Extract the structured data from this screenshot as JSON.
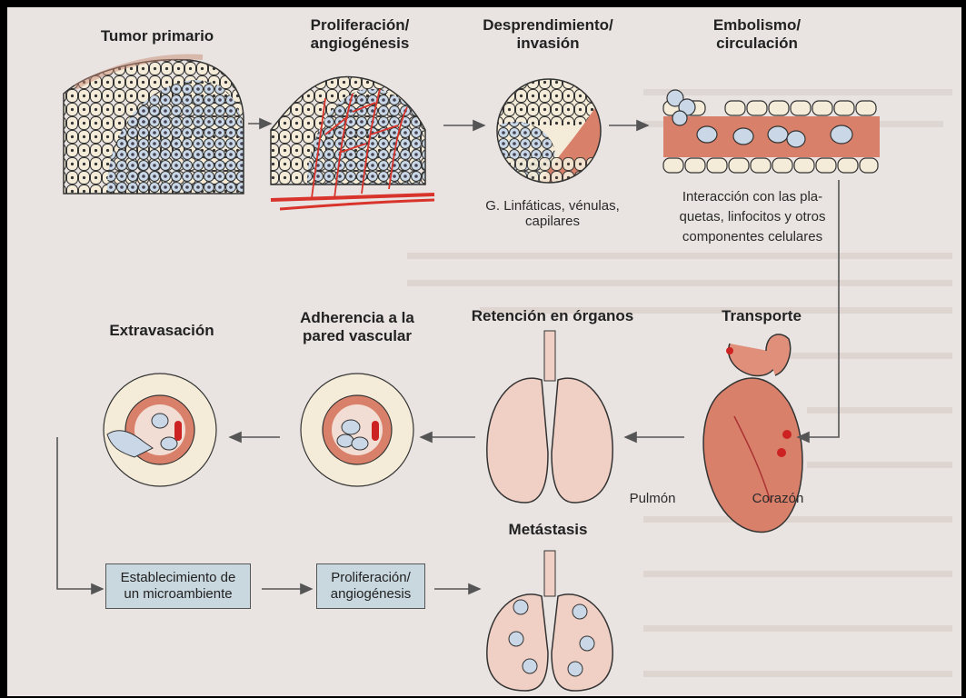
{
  "stages": {
    "tumor_primario": "Tumor primario",
    "proliferacion_1": [
      "Proliferación/",
      "angiogénesis"
    ],
    "desprendimiento": [
      "Desprendimiento/",
      "invasión"
    ],
    "embolismo": [
      "Embolismo/",
      "circulación"
    ],
    "transporte": "Transporte",
    "retencion": "Retención en órganos",
    "adherencia": [
      "Adherencia a la",
      "pared vascular"
    ],
    "extravasacion": "Extravasación",
    "metastasis": "Metástasis"
  },
  "captions": {
    "linfaticas": [
      "G. Linfáticas, vénulas,",
      "capilares"
    ],
    "interaccion": [
      "Interacción con las pla-",
      "quetas, linfocitos y otros",
      "componentes celulares"
    ],
    "pulmon": "Pulmón",
    "corazon": "Corazón"
  },
  "boxes": {
    "microambiente": [
      "Establecimiento de",
      "un microambiente"
    ],
    "proliferacion_2": [
      "Proliferación/",
      "angiogénesis"
    ]
  },
  "colors": {
    "vessel": "#d8806a",
    "cell_fill": "#f4ecd8",
    "tumor_cell": "#c9d7e6",
    "box_fill": "#c9d7df",
    "artery": "#d9342b"
  }
}
